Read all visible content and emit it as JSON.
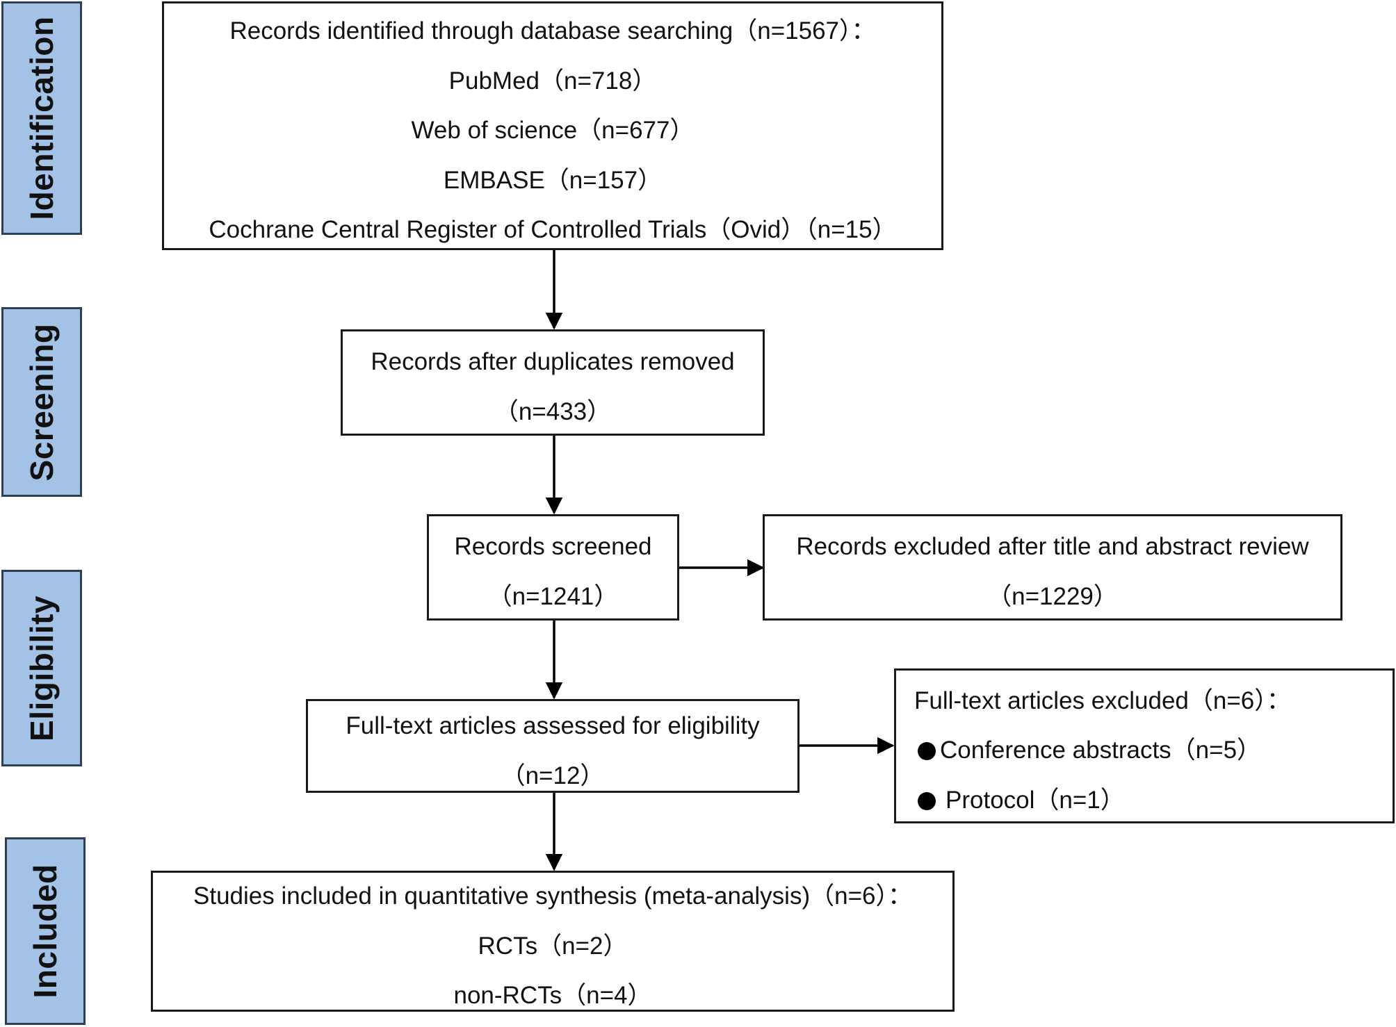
{
  "stages": {
    "identification": "Identification",
    "screening": "Screening",
    "eligibility": "Eligibility",
    "included": "Included"
  },
  "identification_box": {
    "lines": [
      "Records identified through database searching（n=1567）：",
      "PubMed（n=718）",
      "Web of science（n=677）",
      "EMBASE（n=157）",
      "Cochrane Central Register of Controlled Trials（Ovid）（n=15）"
    ]
  },
  "duplicates_box": {
    "title": "Records after duplicates removed",
    "count": "（n=433）"
  },
  "screened_box": {
    "title": "Records screened",
    "count": "（n=1241）"
  },
  "excluded_title_box": {
    "title": "Records excluded after title and abstract review",
    "count": "（n=1229）"
  },
  "fulltext_box": {
    "title": "Full-text articles assessed for eligibility",
    "count": "（n=12）"
  },
  "fulltext_excluded_box": {
    "title": "Full-text articles excluded（n=6）：",
    "items": [
      "Conference abstracts（n=5）",
      "Protocol（n=1）"
    ]
  },
  "included_box": {
    "title": "Studies included in quantitative synthesis (meta-analysis)（n=6）：",
    "items": [
      "RCTs（n=2）",
      "non-RCTs（n=4）"
    ]
  },
  "colors": {
    "stage_fill": "#a4c2e6",
    "stage_border": "#2d3f55",
    "box_border": "#1a1a1a"
  }
}
